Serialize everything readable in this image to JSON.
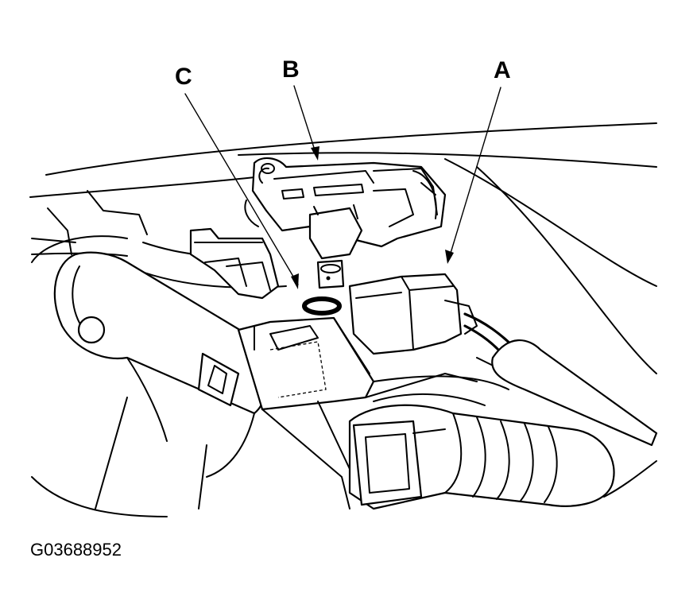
{
  "callouts": {
    "a": "A",
    "b": "B",
    "c": "C"
  },
  "figure_id": "G03688952"
}
